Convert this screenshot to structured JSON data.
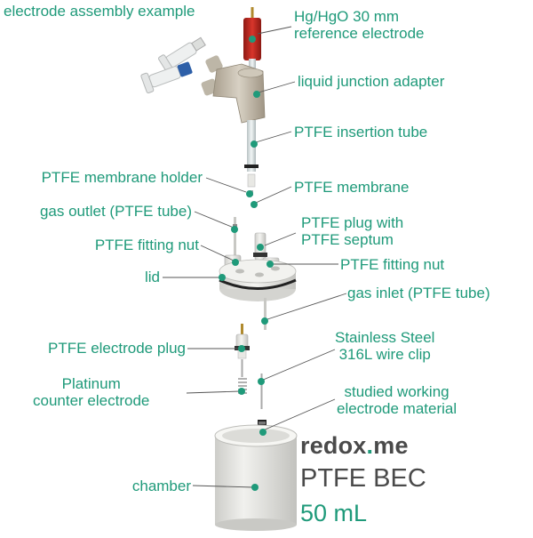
{
  "title": "electrode assembly example",
  "labels": {
    "reference_electrode": [
      "Hg/HgO 30 mm",
      "reference electrode"
    ],
    "liquid_junction_adapter": "liquid junction adapter",
    "insertion_tube": "PTFE insertion tube",
    "membrane_holder": "PTFE membrane holder",
    "membrane": "PTFE membrane",
    "gas_outlet": "gas outlet (PTFE tube)",
    "plug_septum": [
      "PTFE plug with",
      "PTFE septum"
    ],
    "fitting_nut_left": "PTFE fitting nut",
    "fitting_nut_right": "PTFE fitting nut",
    "lid": "lid",
    "gas_inlet": "gas inlet (PTFE tube)",
    "electrode_plug": "PTFE electrode plug",
    "wire_clip": [
      "Stainless Steel",
      "316L wire clip"
    ],
    "counter_electrode": [
      "Platinum",
      "counter electrode"
    ],
    "working_electrode": [
      "studied working",
      "electrode material"
    ],
    "chamber": "chamber"
  },
  "brand": {
    "prefix": "redox",
    "mark": ".",
    "suffix": "me"
  },
  "product": "PTFE BEC",
  "volume": "50 mL",
  "colors": {
    "label": "#1f9a7a",
    "leader": "#555555",
    "dot": "#1f9a7a",
    "ptfe": "#e8e8e4",
    "adapter": "#c9c2b4",
    "reference": "#c0261f",
    "cap_blue": "#2d5fa8",
    "text_dark": "#4a4a4a"
  }
}
